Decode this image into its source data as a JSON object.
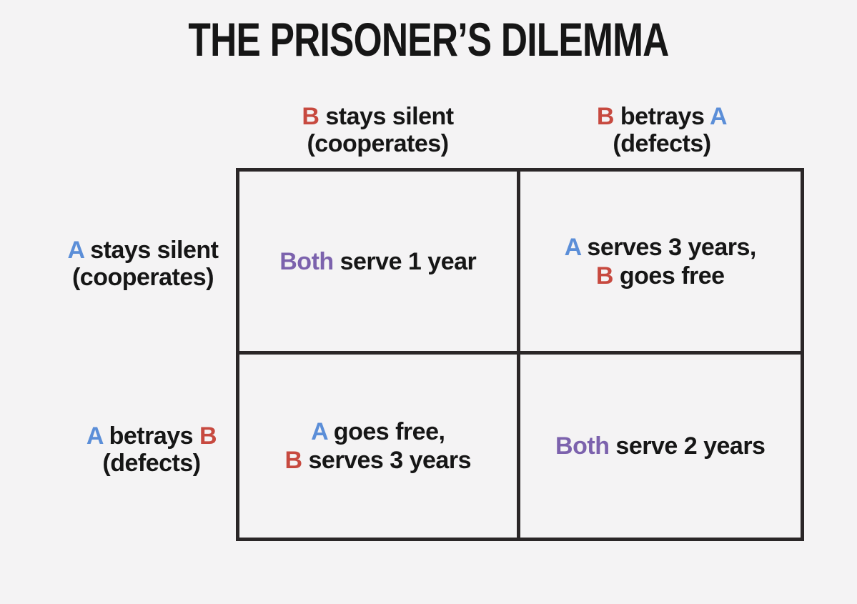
{
  "title": "THE PRISONER’S DILEMMA",
  "colors": {
    "bg": "#f4f3f4",
    "ink": "#161616",
    "prisoner-a": "#5b8ed8",
    "prisoner-b": "#c7493f",
    "both": "#7c62ad",
    "line": "#2a2627"
  },
  "matrix": {
    "col_headers": [
      {
        "p0": "B",
        "p1": " stays silent",
        "line2": "(cooperates)"
      },
      {
        "p0": "B",
        "p1": " betrays ",
        "p2": "A",
        "line2": "(defects)"
      }
    ],
    "row_headers": [
      {
        "p0": "A",
        "p1": " stays silent",
        "line2": "(cooperates)"
      },
      {
        "p0": "A",
        "p1": " betrays ",
        "p2": "B",
        "line2": "(defects)"
      }
    ],
    "cells": [
      {
        "l1p0": "Both",
        "l1p1": " serve 1 year"
      },
      {
        "l1p0": "A",
        "l1p1": " serves 3 years,",
        "l2p0": "B",
        "l2p1": " goes free"
      },
      {
        "l1p0": "A",
        "l1p1": " goes free,",
        "l2p0": "B",
        "l2p1": " serves 3 years"
      },
      {
        "l1p0": "Both",
        "l1p1": " serve 2 years"
      }
    ]
  }
}
